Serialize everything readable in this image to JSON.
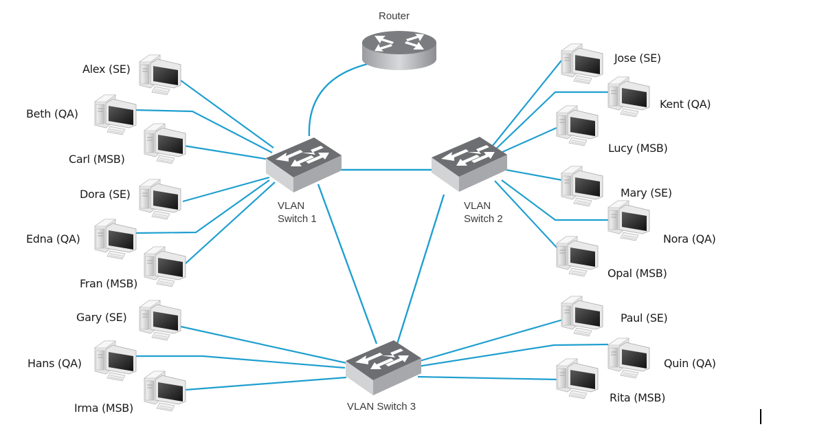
{
  "diagram": {
    "title": "VLAN network topology",
    "colors": {
      "link": "#1f9fcf",
      "device_top": "#6f7073",
      "device_side": "#c9cacc",
      "arrow": "#ffffff"
    },
    "router": {
      "id": "router",
      "label": "Router"
    },
    "switches": [
      {
        "id": "sw1",
        "label_line1": "VLAN",
        "label_line2": "Switch 1"
      },
      {
        "id": "sw2",
        "label_line1": "VLAN",
        "label_line2": "Switch 2"
      },
      {
        "id": "sw3",
        "label_line1": "VLAN Switch 3",
        "label_line2": ""
      }
    ],
    "hosts": [
      {
        "id": "alex",
        "label": "Alex (SE)",
        "switch": "sw1"
      },
      {
        "id": "beth",
        "label": "Beth (QA)",
        "switch": "sw1"
      },
      {
        "id": "carl",
        "label": "Carl (MSB)",
        "switch": "sw1"
      },
      {
        "id": "dora",
        "label": "Dora (SE)",
        "switch": "sw1"
      },
      {
        "id": "edna",
        "label": "Edna (QA)",
        "switch": "sw1"
      },
      {
        "id": "fran",
        "label": "Fran (MSB)",
        "switch": "sw1"
      },
      {
        "id": "gary",
        "label": "Gary (SE)",
        "switch": "sw3"
      },
      {
        "id": "hans",
        "label": "Hans (QA)",
        "switch": "sw3"
      },
      {
        "id": "irma",
        "label": "Irma (MSB)",
        "switch": "sw3"
      },
      {
        "id": "jose",
        "label": "Jose (SE)",
        "switch": "sw2"
      },
      {
        "id": "kent",
        "label": "Kent (QA)",
        "switch": "sw2"
      },
      {
        "id": "lucy",
        "label": "Lucy (MSB)",
        "switch": "sw2"
      },
      {
        "id": "mary",
        "label": "Mary (SE)",
        "switch": "sw2"
      },
      {
        "id": "nora",
        "label": "Nora (QA)",
        "switch": "sw2"
      },
      {
        "id": "opal",
        "label": "Opal (MSB)",
        "switch": "sw2"
      },
      {
        "id": "paul",
        "label": "Paul (SE)",
        "switch": "sw3"
      },
      {
        "id": "quin",
        "label": "Quin (QA)",
        "switch": "sw3"
      },
      {
        "id": "rita",
        "label": "Rita (MSB)",
        "switch": "sw3"
      }
    ],
    "trunk_links": [
      {
        "from": "router",
        "to": "sw1"
      },
      {
        "from": "sw1",
        "to": "sw2"
      },
      {
        "from": "sw1",
        "to": "sw3"
      },
      {
        "from": "sw2",
        "to": "sw3"
      }
    ]
  }
}
